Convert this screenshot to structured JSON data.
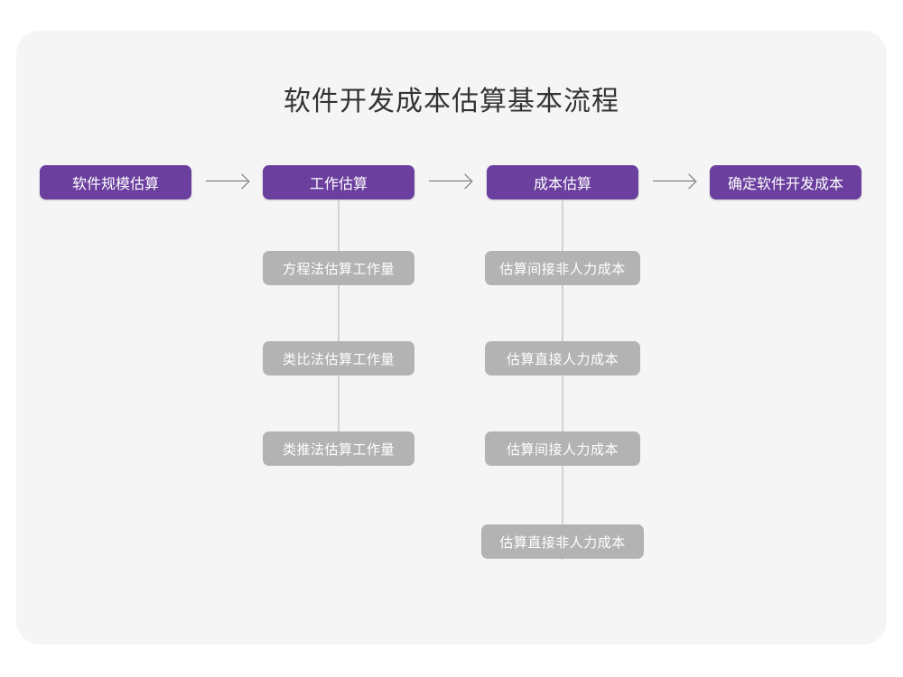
{
  "diagram": {
    "title": "软件开发成本估算基本流程",
    "type": "flowchart",
    "colors": {
      "page_background": "#ffffff",
      "card_background": "#f5f5f5",
      "primary_node": "#6b3f9e",
      "secondary_node": "#b3b3b3",
      "node_text": "#ffffff",
      "title_text": "#333333",
      "arrow": "#6b6b6b",
      "connector_line": "#d2d2d2"
    },
    "main_flow": [
      {
        "id": "step-1",
        "label": "软件规模估算"
      },
      {
        "id": "step-2",
        "label": "工作估算"
      },
      {
        "id": "step-3",
        "label": "成本估算"
      },
      {
        "id": "step-4",
        "label": "确定软件开发成本"
      }
    ],
    "arrows": [
      {
        "id": "arrow-1",
        "from": "step-1",
        "to": "step-2",
        "glyph": "arrow-right-icon"
      },
      {
        "id": "arrow-2",
        "from": "step-2",
        "to": "step-3",
        "glyph": "arrow-right-icon"
      },
      {
        "id": "arrow-3",
        "from": "step-3",
        "to": "step-4",
        "glyph": "arrow-right-icon"
      }
    ],
    "branches": [
      {
        "parent": "step-2",
        "items": [
          {
            "id": "effort-1",
            "label": "方程法估算工作量"
          },
          {
            "id": "effort-2",
            "label": "类比法估算工作量"
          },
          {
            "id": "effort-3",
            "label": "类推法估算工作量"
          }
        ]
      },
      {
        "parent": "step-3",
        "items": [
          {
            "id": "cost-1",
            "label": "估算间接非人力成本"
          },
          {
            "id": "cost-2",
            "label": "估算直接人力成本"
          },
          {
            "id": "cost-3",
            "label": "估算间接人力成本"
          },
          {
            "id": "cost-4",
            "label": "估算直接非人力成本"
          }
        ]
      }
    ]
  }
}
